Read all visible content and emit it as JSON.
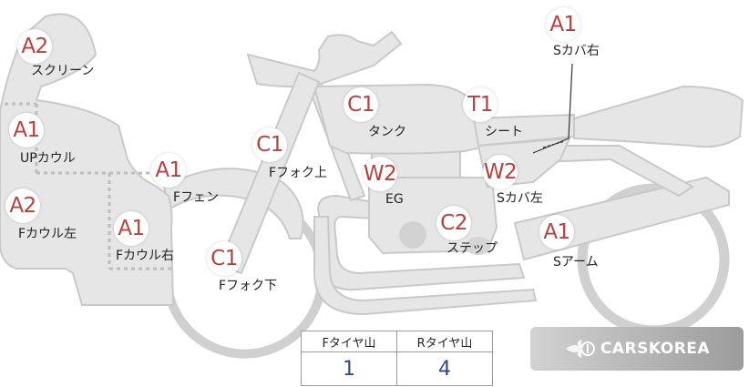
{
  "parts": [
    {
      "code": "A2",
      "name": "スクリーン"
    },
    {
      "code": "A1",
      "name": "UPカウル"
    },
    {
      "code": "A2",
      "name": "Fカウル左"
    },
    {
      "code": "A1",
      "name": "Fカウル右"
    },
    {
      "code": "A1",
      "name": "Fフェン"
    },
    {
      "code": "C1",
      "name": "Fフォク上"
    },
    {
      "code": "C1",
      "name": "Fフォク下"
    },
    {
      "code": "C1",
      "name": "タンク"
    },
    {
      "code": "W2",
      "name": "EG"
    },
    {
      "code": "C2",
      "name": "ステップ"
    },
    {
      "code": "T1",
      "name": "シート"
    },
    {
      "code": "W2",
      "name": "Sカバ左"
    },
    {
      "code": "A1",
      "name": "Sカバ右"
    },
    {
      "code": "A1",
      "name": "Sアーム"
    }
  ],
  "tire_table": {
    "headers": [
      "Fタイヤ山",
      "Rタイヤ山"
    ],
    "values": [
      "1",
      "4"
    ]
  },
  "watermark": {
    "text": "CARSKOREA"
  },
  "colors": {
    "badge_text": "#b5423e",
    "bike_fill": "#e6e6e6",
    "bike_stroke": "#c9c9c9",
    "tire_value": "#2f4c86"
  }
}
